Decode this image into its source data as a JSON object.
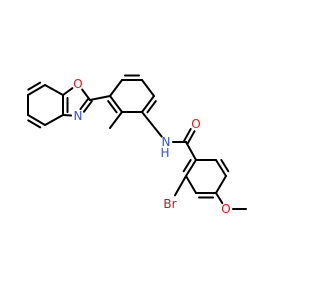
{
  "molecule": {
    "atoms": {
      "o_oxazole": {
        "text": "O",
        "color": "#ff0d0d"
      },
      "n_oxazole": {
        "text": "N",
        "color": "#3050f8"
      },
      "n_amide": {
        "text": "N",
        "color": "#3050f8"
      },
      "h_amide": {
        "text": "H",
        "color": "#3050f8"
      },
      "o_carbonyl": {
        "text": "O",
        "color": "#ff0d0d"
      },
      "br": {
        "text": "Br",
        "color": "#a62929"
      },
      "o_methoxy": {
        "text": "O",
        "color": "#ff0d0d"
      }
    }
  }
}
